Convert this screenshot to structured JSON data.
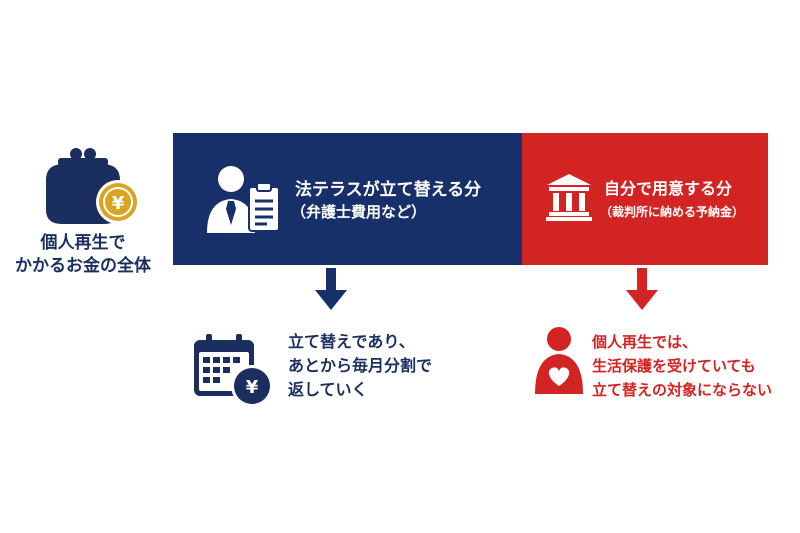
{
  "colors": {
    "navy": "#17306a",
    "red": "#d32424",
    "gold": "#d8a422",
    "text_navy": "#1a2f5e"
  },
  "total": {
    "icon": "coin-purse-yen-icon",
    "yen_symbol": "¥",
    "lines": [
      "個人再生で",
      "かかるお金の全体"
    ]
  },
  "panel_left": {
    "icon": "lawyer-clipboard-icon",
    "title": "法テラスが立て替える分",
    "subtitle": "（弁護士費用など）"
  },
  "panel_right": {
    "icon": "courthouse-icon",
    "title": "自分で用意する分",
    "subtitle": "（裁判所に納める予納金）"
  },
  "bottom_left": {
    "icon": "calendar-yen-icon",
    "yen_symbol": "¥",
    "lines": [
      "立て替えであり、",
      "あとから毎月分割で",
      "返していく"
    ]
  },
  "bottom_right": {
    "icon": "person-heart-icon",
    "lines": [
      "個人再生では、",
      "生活保護を受けていても",
      "立て替えの対象にならない"
    ]
  }
}
